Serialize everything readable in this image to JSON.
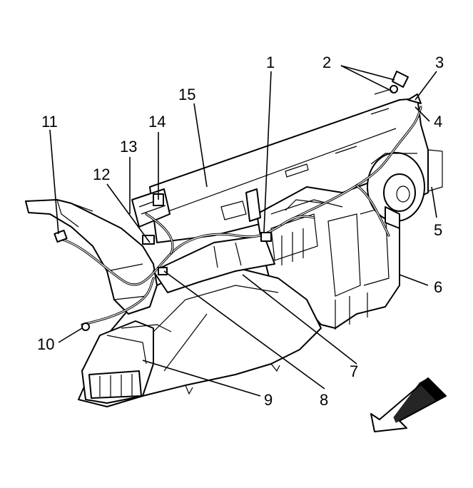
{
  "callouts": [
    {
      "id": "1",
      "label": "1"
    },
    {
      "id": "2",
      "label": "2"
    },
    {
      "id": "3",
      "label": "3"
    },
    {
      "id": "4",
      "label": "4"
    },
    {
      "id": "5",
      "label": "5"
    },
    {
      "id": "6",
      "label": "6"
    },
    {
      "id": "7",
      "label": "7"
    },
    {
      "id": "8",
      "label": "8"
    },
    {
      "id": "9",
      "label": "9"
    },
    {
      "id": "10",
      "label": "10"
    },
    {
      "id": "11",
      "label": "11"
    },
    {
      "id": "12",
      "label": "12"
    },
    {
      "id": "13",
      "label": "13"
    },
    {
      "id": "14",
      "label": "14"
    },
    {
      "id": "15",
      "label": "15"
    }
  ],
  "colors": {
    "line": "#000000",
    "background": "#ffffff"
  },
  "icons": {
    "direction_arrow": "front-direction-arrow-icon"
  }
}
